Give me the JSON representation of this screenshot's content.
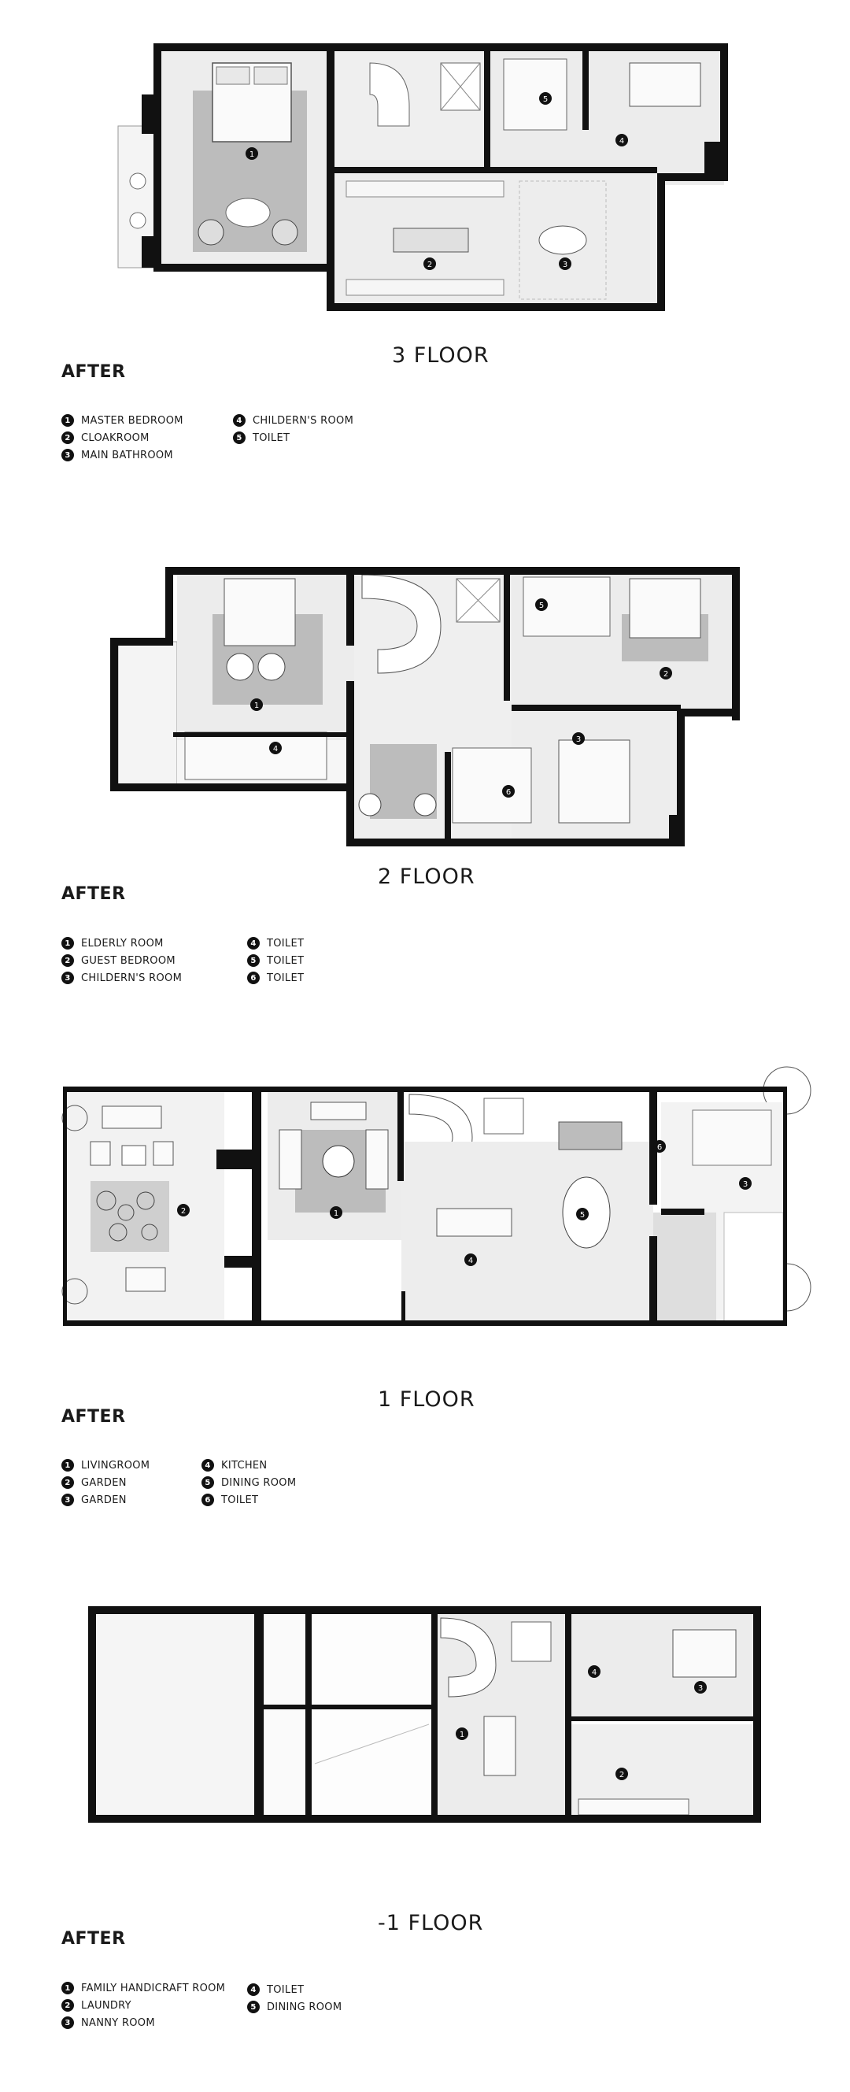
{
  "floors": [
    {
      "key": "f3",
      "after": "AFTER",
      "title": "3 FLOOR",
      "rooms": [
        {
          "num": "1",
          "name": "MASTER BEDROOM"
        },
        {
          "num": "2",
          "name": "CLOAKROOM"
        },
        {
          "num": "3",
          "name": "MAIN BATHROOM"
        },
        {
          "num": "4",
          "name": "CHILDERN'S ROOM"
        },
        {
          "num": "5",
          "name": "TOILET"
        }
      ]
    },
    {
      "key": "f2",
      "after": "AFTER",
      "title": "2 FLOOR",
      "rooms": [
        {
          "num": "1",
          "name": "ELDERLY ROOM"
        },
        {
          "num": "2",
          "name": "GUEST BEDROOM"
        },
        {
          "num": "3",
          "name": "CHILDERN'S ROOM"
        },
        {
          "num": "4",
          "name": "TOILET"
        },
        {
          "num": "5",
          "name": "TOILET"
        },
        {
          "num": "6",
          "name": "TOILET"
        }
      ]
    },
    {
      "key": "f1",
      "after": "AFTER",
      "title": "1 FLOOR",
      "rooms": [
        {
          "num": "1",
          "name": "LIVINGROOM"
        },
        {
          "num": "2",
          "name": "GARDEN"
        },
        {
          "num": "3",
          "name": "GARDEN"
        },
        {
          "num": "4",
          "name": "KITCHEN"
        },
        {
          "num": "5",
          "name": "DINING ROOM"
        },
        {
          "num": "6",
          "name": "TOILET"
        }
      ]
    },
    {
      "key": "fb1",
      "after": "AFTER",
      "title": "-1 FLOOR",
      "rooms": [
        {
          "num": "1",
          "name": "FAMILY HANDICRAFT ROOM"
        },
        {
          "num": "2",
          "name": "LAUNDRY"
        },
        {
          "num": "3",
          "name": "NANNY ROOM"
        },
        {
          "num": "4",
          "name": "TOILET"
        },
        {
          "num": "5",
          "name": "DINING ROOM"
        }
      ]
    }
  ],
  "colors": {
    "wall": "#111111",
    "floor_fill": "#ececec",
    "rug": "#bdbdbd",
    "line": "#555555"
  }
}
